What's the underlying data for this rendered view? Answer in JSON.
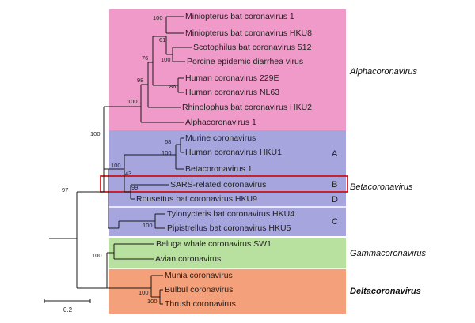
{
  "colors": {
    "alpha": "#f09ac9",
    "beta": "#a6a5dd",
    "gamma": "#b8e09e",
    "delta": "#f4a07a",
    "highlight": "#d40000",
    "branch": "#1a1a1a"
  },
  "taxa": [
    "Miniopterus bat coronavirus 1",
    "Miniopterus bat coronavirus HKU8",
    "Scotophilus bat coronavirus 512",
    "Porcine epidemic diarrhea virus",
    "Human coronavirus 229E",
    "Human coronavirus NL63",
    "Rhinolophus bat coronavirus HKU2",
    "Alphacoronavirus 1",
    "Murine coronavirus",
    "Human coronavirus HKU1",
    "Betacoronavirus 1",
    "SARS-related coronavirus",
    "Rousettus bat coronavirus HKU9",
    "Tylonycteris bat coronavirus HKU4",
    "Pipistrellus bat coronavirus HKU5",
    "Beluga whale coronavirus SW1",
    "Avian coronavirus",
    "Munia coronavirus",
    "Bulbul coronavirus",
    "Thrush coronavirus"
  ],
  "genera": {
    "alpha": "Alphacoronavirus",
    "beta": "Betacoronavirus",
    "gamma": "Gammacoronavirus",
    "delta": "Deltacoronavirus"
  },
  "subgroups": [
    "A",
    "B",
    "D",
    "C"
  ],
  "support": {
    "root": "97",
    "alpha_beta": "100",
    "alpha": "100",
    "alpha_98": "98",
    "alpha_76": "76",
    "mini": "100",
    "s61": "61",
    "scoto_ped": "100",
    "hcov_86": "86",
    "beta": "100",
    "b43": "43",
    "groupA": "100",
    "murine_hku1": "68",
    "sars_hku9": "99",
    "groupC": "100",
    "gamma": "100",
    "delta": "100",
    "bulbul_thrush": "100"
  },
  "scale_bar": {
    "label": "0.2"
  },
  "highlighted_taxon": "SARS-related coronavirus"
}
